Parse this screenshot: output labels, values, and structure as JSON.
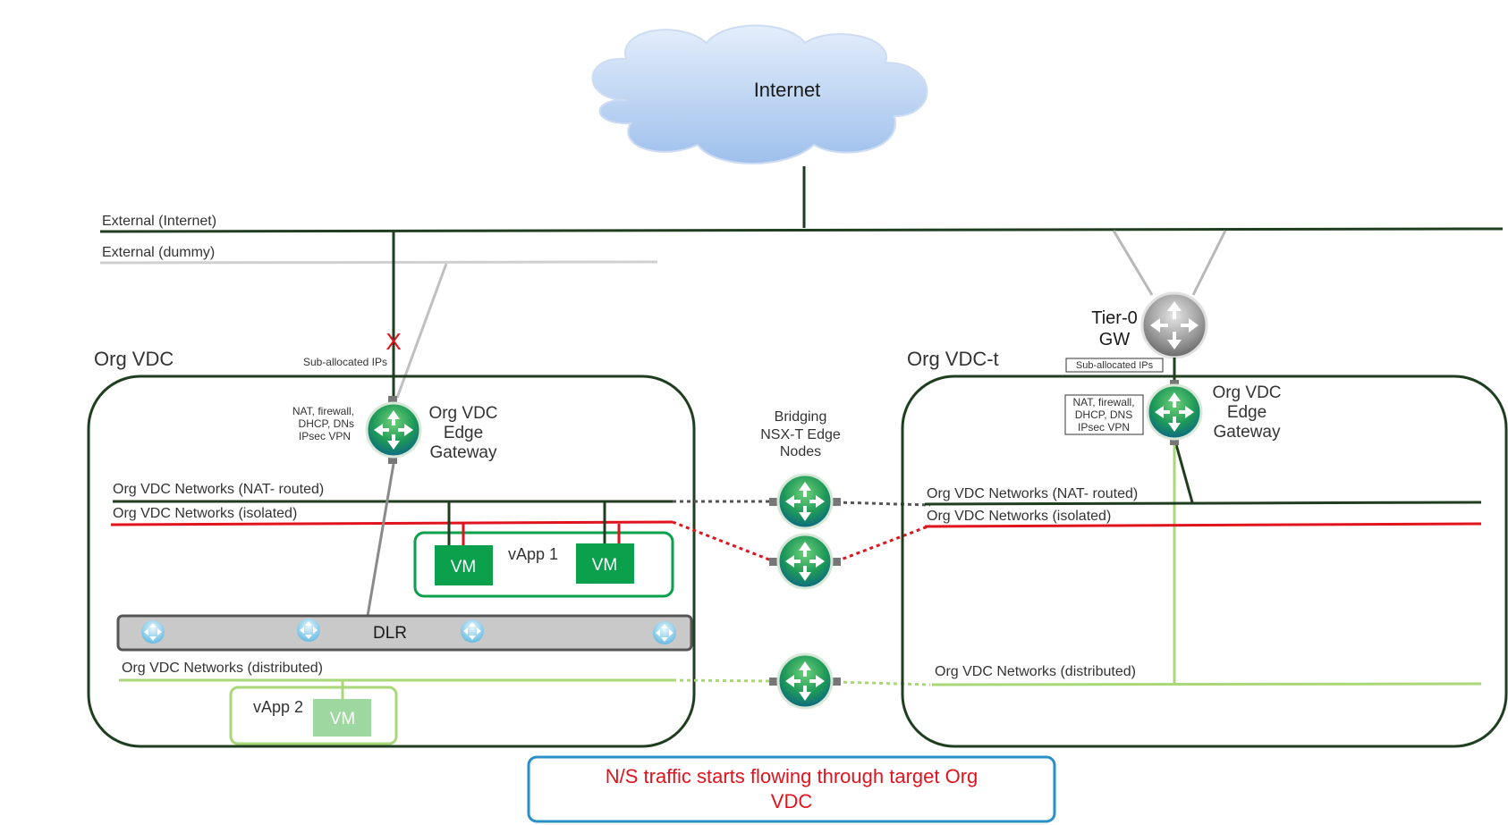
{
  "internet": {
    "label": "Internet"
  },
  "external_networks": {
    "internet": "External (Internet)",
    "dummy": "External (dummy)"
  },
  "tier0": {
    "line1": "Tier-0",
    "line2": "GW",
    "sub_allocated": "Sub-allocated IPs"
  },
  "org_vdc": {
    "title": "Org VDC",
    "sub_allocated": "Sub-allocated IPs",
    "services": [
      "NAT, firewall,",
      "DHCP, DNs",
      "IPsec VPN"
    ],
    "edge_gateway": [
      "Org VDC",
      "Edge",
      "Gateway"
    ],
    "networks": {
      "nat_routed": "Org VDC Networks (NAT- routed)",
      "isolated": "Org VDC Networks (isolated)",
      "distributed": "Org VDC Networks (distributed)"
    },
    "vapp1": {
      "label": "vApp 1",
      "vm1": "VM",
      "vm2": "VM"
    },
    "dlr": "DLR",
    "vapp2": {
      "label": "vApp 2",
      "vm": "VM"
    }
  },
  "bridging": {
    "lines": [
      "Bridging",
      "NSX-T Edge",
      "Nodes"
    ]
  },
  "org_vdc_t": {
    "title": "Org VDC-t",
    "services": [
      "NAT, firewall,",
      "DHCP, DNS",
      "IPsec VPN"
    ],
    "edge_gateway": [
      "Org VDC",
      "Edge",
      "Gateway"
    ],
    "networks": {
      "nat_routed": "Org VDC Networks (NAT- routed)",
      "isolated": "Org VDC Networks (isolated)",
      "distributed": "Org VDC Networks (distributed)"
    }
  },
  "callout": {
    "line1": "N/S traffic starts flowing through target Org",
    "line2": "VDC"
  },
  "blocked_marker": "X",
  "colors": {
    "dark_green": "#1f3d1f",
    "red": "#e0141e",
    "light_green": "#a8d878",
    "vm_green": "#0aa04c",
    "vm_light": "#9ed8a0",
    "gray_line": "#b8b8b8",
    "dlr_gray": "#c8c8c8",
    "callout_border": "#2a8fc8"
  }
}
